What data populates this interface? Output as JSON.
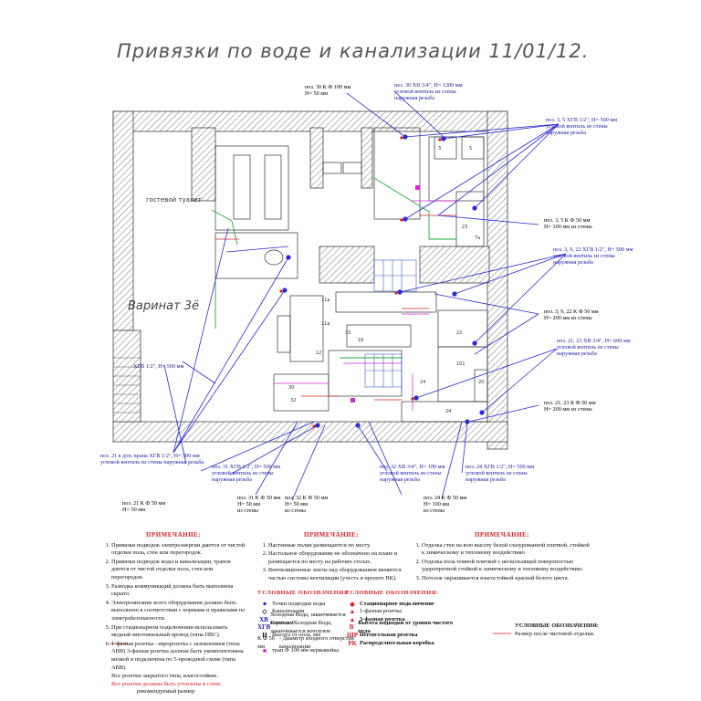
{
  "title": "Привязки по воде и канализации 11/01/12.",
  "rooms": {
    "guest_toilet": "гостевой туалет",
    "variant": "Варинат 3ё"
  },
  "callouts": {
    "top_k100": [
      "поз. 30 К Ф 100 мм",
      "H= 50 мм"
    ],
    "top_hv": [
      "поз. 30 ХВ 3/4\", H= 1200 мм",
      "угловой вентиль из стены",
      "наружная резьба"
    ],
    "right_1": [
      "поз. 3, 5 ХГВ 1/2\", H= 500 мм",
      "угловой вентиль из стены",
      "наружная резьба"
    ],
    "right_2": [
      "поз. 3, 5 К Ф 50 мм",
      "H= 100 мм из стены"
    ],
    "right_3": [
      "поз. 3, 9, 22 ХГВ 1/2\", H= 500 мм",
      "угловой вентиль из стены",
      "наружная резьба"
    ],
    "right_4": [
      "поз. 3, 9, 22 К Ф 50 мм",
      "H= 200 мм из стены"
    ],
    "right_5": [
      "поз. 21, 23 ХВ 3/4\", H= 600 мм",
      "угловой вентиль из стены",
      "наружная резьба"
    ],
    "right_6": [
      "поз. 21, 23 К Ф 50 мм",
      "H= 200 мм из стены"
    ],
    "left_hgv": "ХГВ 1/2\", H= 500 мм",
    "bl_1": [
      "поз. 21 к доп. крана ХГВ 1/2\", H= 500 мм",
      "угловой вентиль из стены наружная резьба"
    ],
    "bl_2": [
      "поз. 31 ХГВ 1/2\", H= 500 мм",
      "угловой вентиль из стены",
      "наружная резьба"
    ],
    "bm_1": [
      "поз. 32 ХВ 3/4\", H= 100 мм",
      "угловой вентиль из стены",
      "наружная резьба"
    ],
    "br_1": [
      "поз. 24 ХГВ 1/2\", H= 500 мм",
      "угловой вентиль из стены",
      "наружная резьба"
    ],
    "k_21": [
      "поз. 21 К Ф 50 мм",
      "H= 50 мм"
    ],
    "k_31": [
      "поз. 31 К Ф 50 мм",
      "H= 50 мм",
      "из стены"
    ],
    "k_32": [
      "поз. 32 К Ф 50 мм",
      "H= 50 мм",
      "из стены"
    ],
    "k_24": [
      "поз. 24 К Ф 50 мм",
      "H= 100 мм",
      "из стены"
    ]
  },
  "notes1": {
    "heading": "ПРИМЕЧАНИЕ:",
    "items": [
      "Привязки подводок электроэнергии даются от чистой отделки пола, стен или перегородок.",
      "Привязки подводок воды и канализации, трапов даются от чистой отделки пола, стен или перегородок.",
      "Разводка коммуникаций должна быть выполнена скрыто.",
      "Электропитание всего оборудования должно быть выполнено в соответствии с нормами и правилами по электробезопасности.",
      "При стационарном подключении использовать медный многожильный провод (типа ПВС).",
      "1-фазная розетка - евророзетка с заземлением (типа ABB) 3-фазная розетка должна быть укомплектована вилкой и подключена по 5-проводной схеме (типа ABB)."
    ],
    "extra": "Все розетки закрытого типа, влагостойкие.",
    "warning": "Все розетки должны быть утоплены в стене.",
    "rec_size": "рекомендуемый размер"
  },
  "notes2": {
    "heading": "ПРИМЕЧАНИЕ:",
    "items": [
      "Настенные полки размещаются по месту.",
      "Настольное оборудование не обозначено на плане и размещается по месту на рабочих столах.",
      "Вентиляционные зонты над оборудованием являются частью системы вентиляции (учесть в проекте ВК)."
    ]
  },
  "notes3": {
    "heading": "ПРИМЕЧАНИЕ:",
    "items": [
      "Отделка стен на всю высоту белой глазурованной плиткой, стойкой к химическому и тепловому воздействию.",
      "Отделка пола темной плиткой с нескользящей поверхностью ударопрочной стойкой к химическому и тепловому воздействию.",
      "Потолок окрашивается влагостойкой краской белого цвета."
    ]
  },
  "legend_water": {
    "heading": "УСЛОВНЫЕ ОБОЗНАЧЕНИЯ",
    "rows": [
      {
        "sym": "✦",
        "text": "Точки подводки воды"
      },
      {
        "sym": "◇",
        "text": "Канализация"
      },
      {
        "sym": "ХВ",
        "text": "Холодная Вода, заканчивается вентилем"
      },
      {
        "sym": "ХГВ",
        "text": "Горячая /Холодная Вода, заканчивается вентилем"
      },
      {
        "sym": "Н",
        "text": "Высота от пола, мм"
      },
      {
        "sym": "К Ф 50 мм",
        "text": "- Диаметр входного отверстия канализации"
      },
      {
        "sym": "■",
        "text": "трап Ф 100 мм нержавейка"
      }
    ]
  },
  "legend_elec": {
    "heading": "УСЛОВНЫЕ ОБОЗНАЧЕНИЯ:",
    "rows": [
      {
        "sym": "◆",
        "text": "Стационарное подключение"
      },
      {
        "sym": "▲",
        "text": "1-фазная розетка"
      },
      {
        "sym": "▲",
        "text": "3-фазная розетка"
      },
      {
        "sym": "В",
        "text": "Высота подводки от уровня чистого пола"
      },
      {
        "sym": "ШР",
        "text": "Штепсельная розетка"
      },
      {
        "sym": "РК",
        "text": "Распределительная коробка"
      }
    ]
  },
  "legend_size": {
    "heading": "УСЛОВНЫЕ ОБОЗНАЧЕНИЯ:",
    "text": "Размер после чистовой отделки."
  },
  "colors": {
    "wall": "#b9b9b9",
    "blue_line": "#2a2ad8",
    "red": "#d62020",
    "green": "#1faa3a",
    "magenta": "#d126d1"
  }
}
